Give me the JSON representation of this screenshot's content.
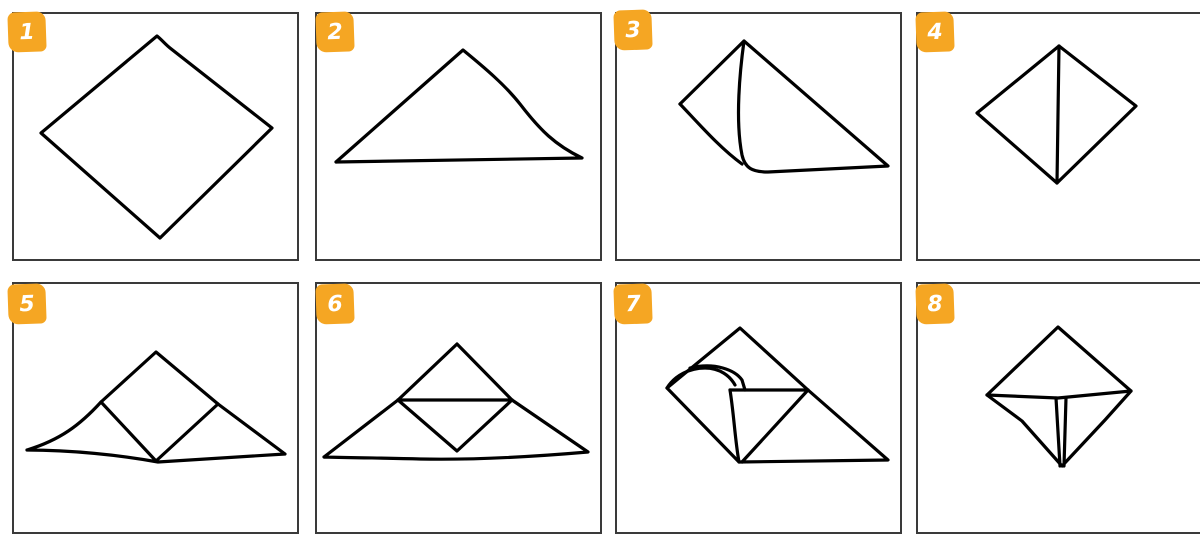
{
  "steps": [
    {
      "number": "1",
      "shape": "square-diamond"
    },
    {
      "number": "2",
      "shape": "folded-triangle"
    },
    {
      "number": "3",
      "shape": "triangle-left-corner-folded"
    },
    {
      "number": "4",
      "shape": "small-diamond-center-crease"
    },
    {
      "number": "5",
      "shape": "triangle-with-diamond"
    },
    {
      "number": "6",
      "shape": "triangle-with-inner-diamond"
    },
    {
      "number": "7",
      "shape": "diamond-corner-curled"
    },
    {
      "number": "8",
      "shape": "diamond-center-pleat"
    }
  ],
  "colors": {
    "badge": "#F5A623",
    "badge_text": "#ffffff",
    "stroke": "#000000",
    "panel_border": "#3a3a3a"
  }
}
